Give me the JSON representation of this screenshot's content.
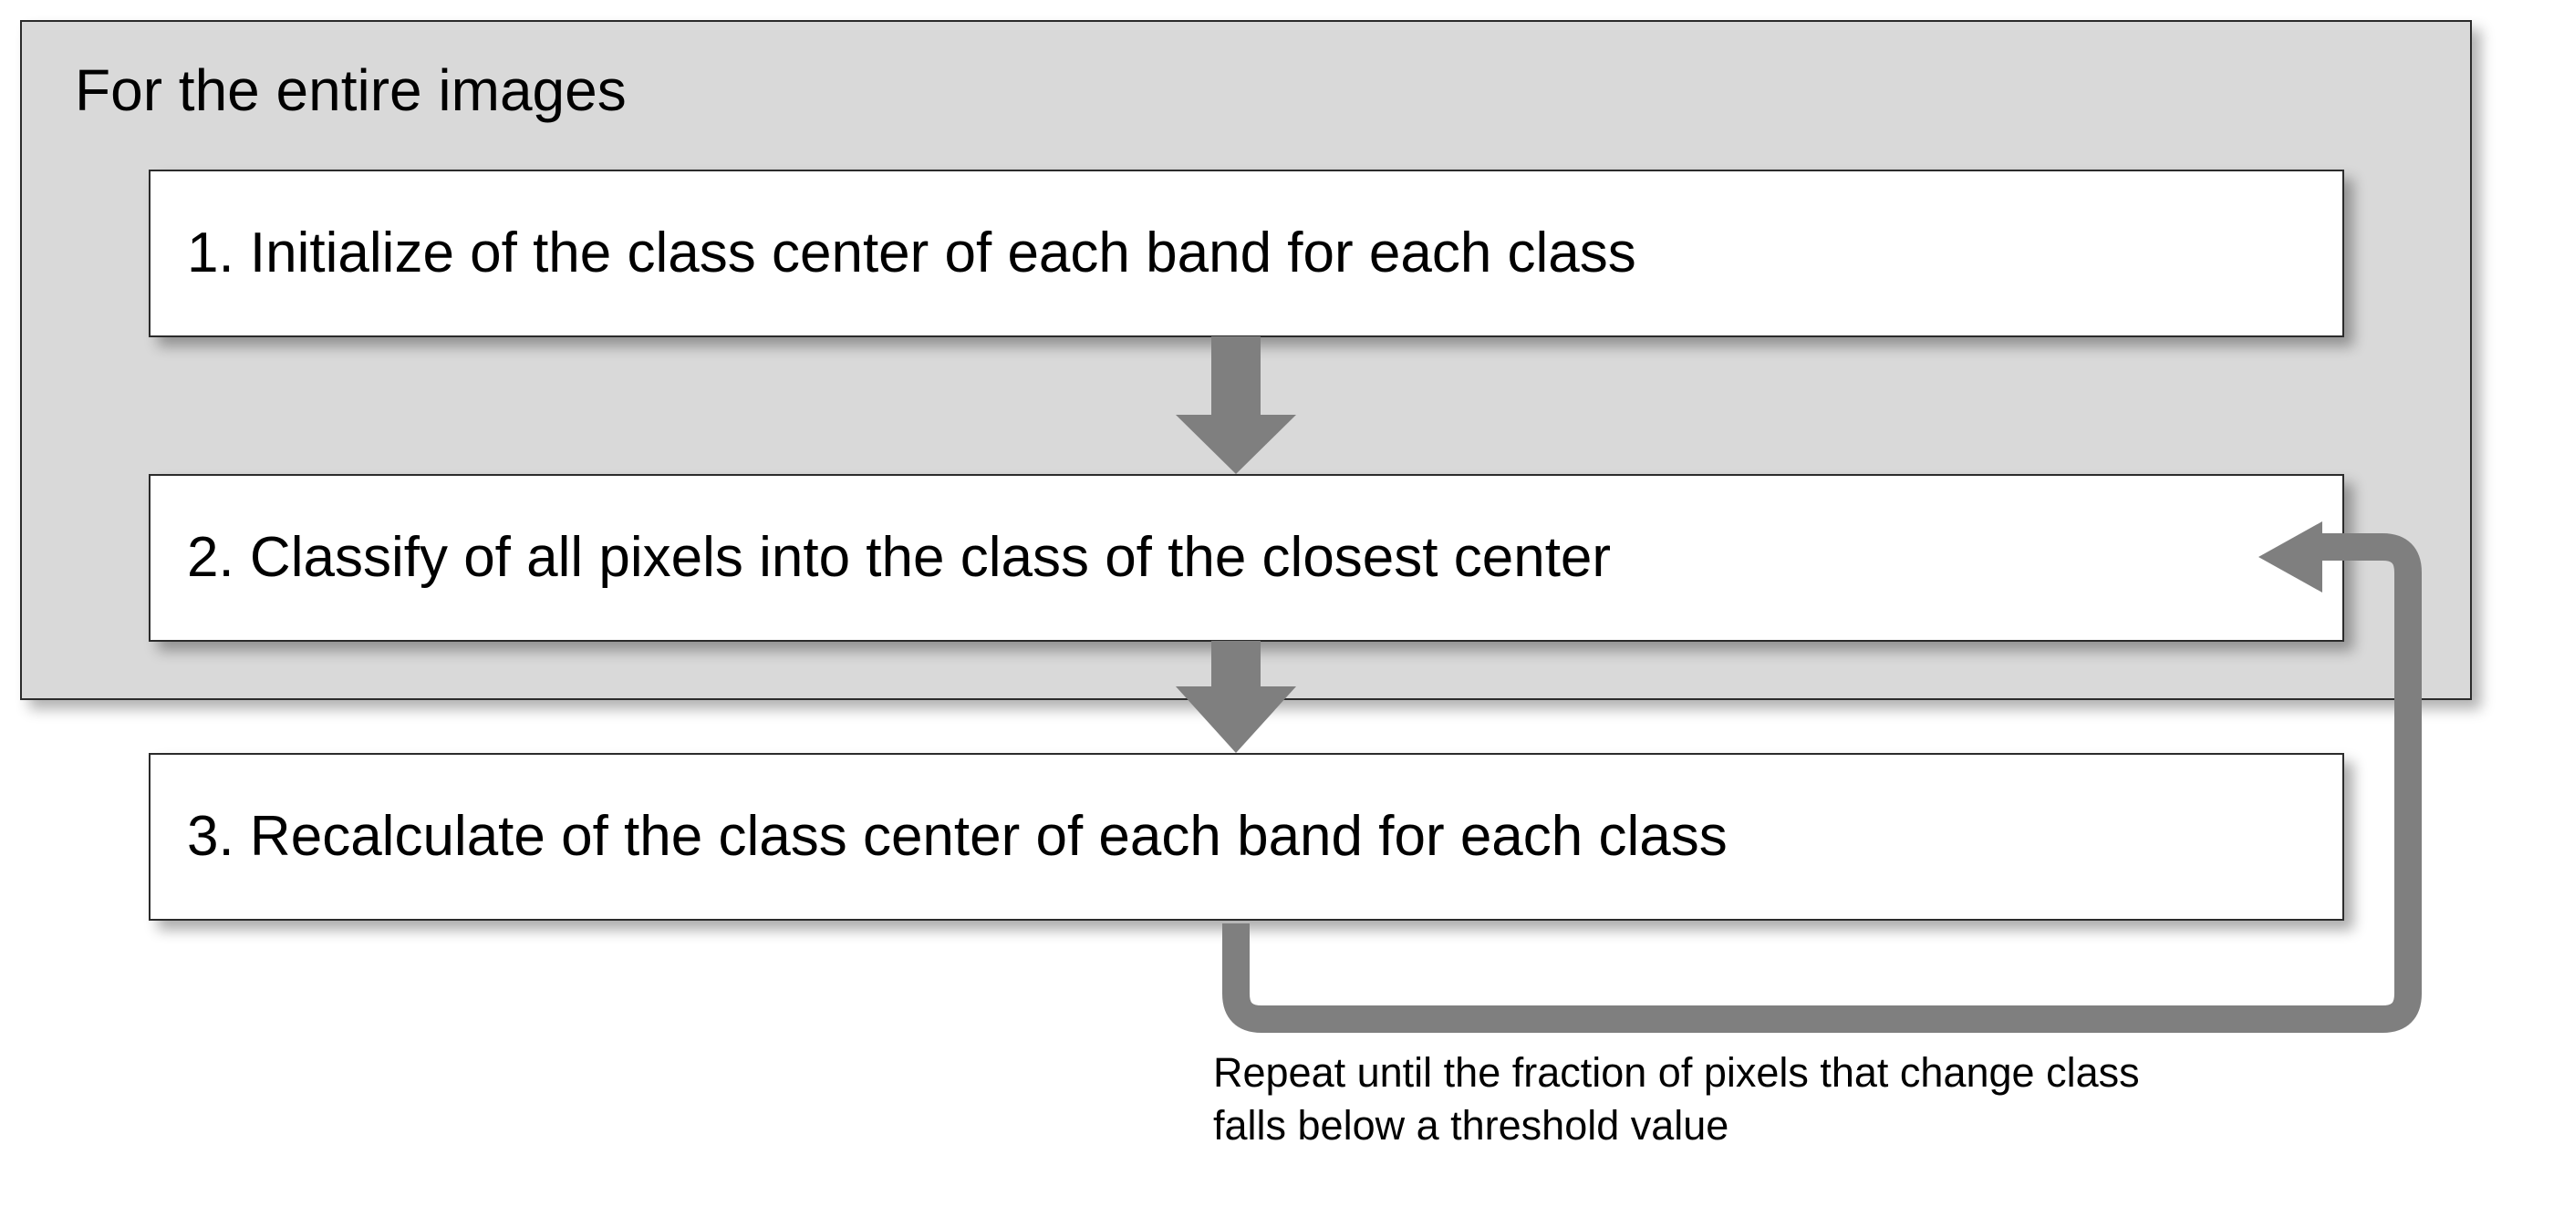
{
  "diagram": {
    "title": "For the entire images",
    "group_fill_color": "#d9d9d9",
    "box_fill_color": "#ffffff",
    "arrow_color": "#7f7f7f",
    "border_color": "#2b2b2b",
    "steps": [
      {
        "id": "1",
        "label": "1. Initialize of the class center of each band for each class"
      },
      {
        "id": "2",
        "label": "2. Classify of all pixels into the class of the closest center"
      },
      {
        "id": "3",
        "label": "3. Recalculate of the class center of each band for each class"
      }
    ],
    "connectors": [
      {
        "name": "arrow-step1-to-step2",
        "type": "down-arrow"
      },
      {
        "name": "arrow-step2-to-step3",
        "type": "down-arrow"
      },
      {
        "name": "feedback-loop-step3-to-step2",
        "type": "elbow-arrow"
      }
    ],
    "caption": {
      "line1": "Repeat until the fraction of pixels that change class",
      "line2": "falls below a threshold value"
    }
  }
}
